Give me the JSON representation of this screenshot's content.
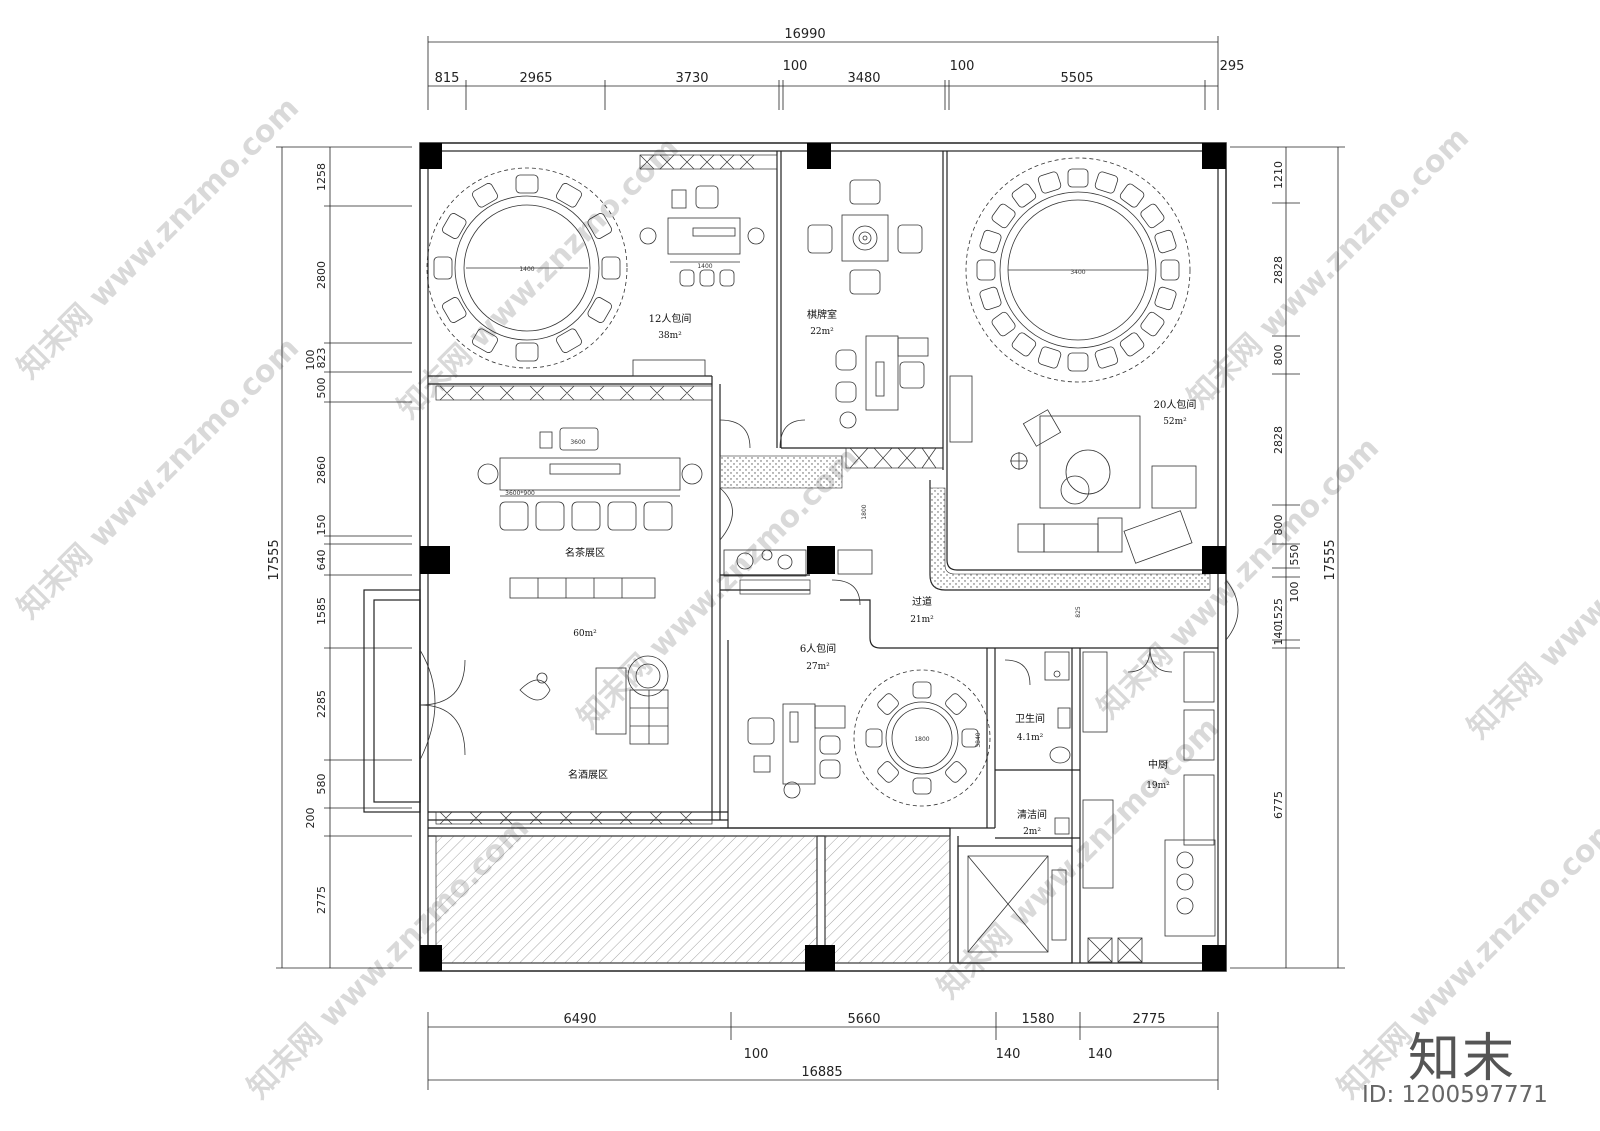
{
  "dimensions": {
    "top_total": "16990",
    "top_segments": [
      "815",
      "2965",
      "3730",
      "100",
      "3480",
      "100",
      "5505",
      "295"
    ],
    "bottom_total": "16885",
    "bottom_segments": [
      "6490",
      "5660",
      "1580",
      "2775"
    ],
    "bottom_small": [
      "100",
      "140",
      "140"
    ],
    "left_total": "17555",
    "left_segments": [
      "1258",
      "2800",
      "823",
      "100",
      "500",
      "2860",
      "150",
      "640",
      "1585",
      "2285",
      "580",
      "200",
      "2775"
    ],
    "right_total": "17555",
    "right_segments": [
      "1210",
      "2828",
      "800",
      "2828",
      "800",
      "550",
      "100",
      "1525",
      "140",
      "6775"
    ]
  },
  "rooms": {
    "r12": {
      "name": "12人包间",
      "area": "38m²"
    },
    "chess": {
      "name": "棋牌室",
      "area": "22m²"
    },
    "r20": {
      "name": "20人包间",
      "area": "52m²"
    },
    "tea": {
      "name": "名茶展区"
    },
    "hall_area": "60m²",
    "wine": {
      "name": "名酒展区"
    },
    "corridor": {
      "name": "过道",
      "area": "21m²"
    },
    "r6": {
      "name": "6人包间",
      "area": "27m²"
    },
    "wc": {
      "name": "卫生间",
      "area": "4.1m²"
    },
    "clean": {
      "name": "清洁间",
      "area": "2m²"
    },
    "kitchen": {
      "name": "中厨",
      "area": "19m²"
    }
  },
  "annotations": {
    "table_12": "1400",
    "desk_12": "1400",
    "table_20": "3400",
    "desk_tea": "3600",
    "table_tea": "3600*900",
    "table_6": "1800",
    "r6_dim": "3840",
    "corr_dim1": "1800",
    "corr_dim2": "825"
  },
  "watermark": "知末网 www.znzmo.com",
  "logo": "知末",
  "image_id": "ID: 1200597771"
}
